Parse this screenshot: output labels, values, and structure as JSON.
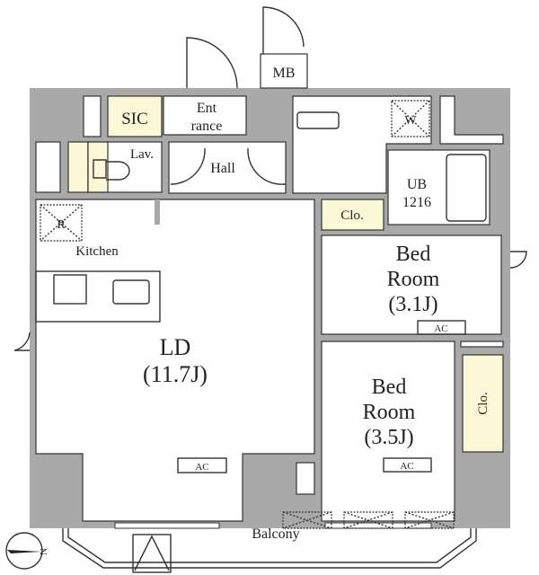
{
  "colors": {
    "wall": "#a9a9a9",
    "storage": "#fbf8d8",
    "room": "#ffffff",
    "line": "#333333"
  },
  "rooms": {
    "mb": "MB",
    "sic": "SIC",
    "entrance_1": "Ent",
    "entrance_2": "rance",
    "lav": "Lav.",
    "hall": "Hall",
    "washer": "W",
    "ub_1": "UB",
    "ub_2": "1216",
    "fridge": "R",
    "closet_top": "Clo.",
    "kitchen": "Kitchen",
    "bed1_1": "Bed",
    "bed1_2": "Room",
    "bed1_3": "(3.1J)",
    "ld_1": "LD",
    "ld_2": "(11.7J)",
    "bed2_1": "Bed",
    "bed2_2": "Room",
    "bed2_3": "(3.5J)",
    "closet_right": "Clo.",
    "balcony": "Balcony"
  },
  "ac_label": "AC",
  "compass": {
    "label": "N",
    "icon": "north-arrow-icon"
  }
}
